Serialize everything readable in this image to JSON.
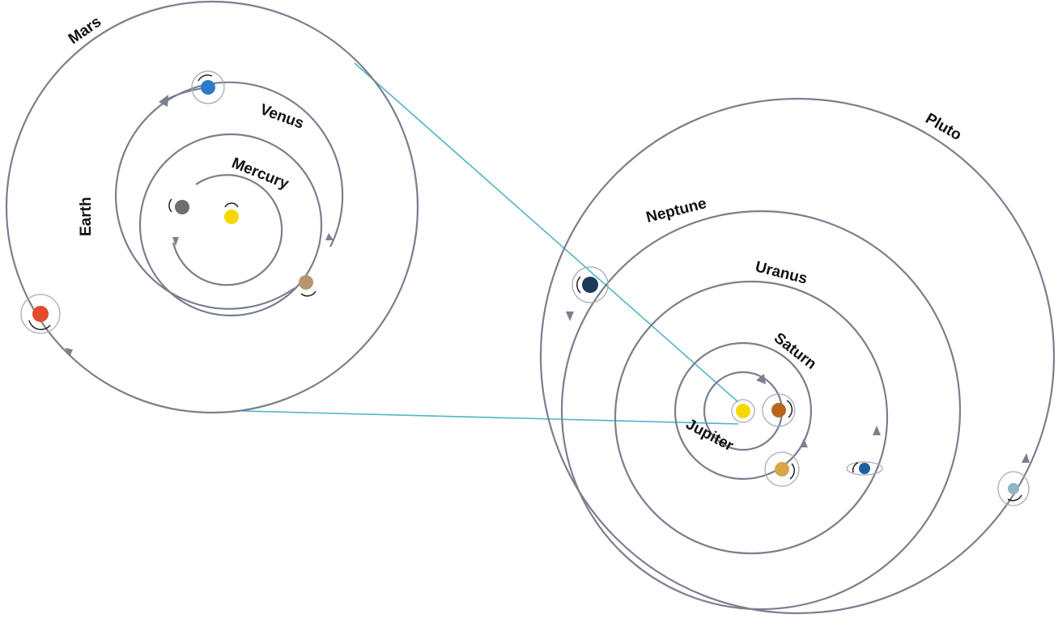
{
  "labels": {
    "mars": "Mars",
    "venus": "Venus",
    "mercury": "Mercury",
    "earth": "Earth",
    "pluto": "Pluto",
    "neptune": "Neptune",
    "uranus": "Uranus",
    "saturn": "Saturn",
    "jupiter": "Jupiter"
  },
  "colors": {
    "orbit": "#7b7f8e",
    "connector": "#4db6c8",
    "sun": "#f5d800",
    "mercury": "#6e6e70",
    "venus": "#b89470",
    "earth": "#2c7bc4",
    "mars": "#e24a2a",
    "jupiter": "#d8a54a",
    "saturn": "#b5651d",
    "uranus": "#1d5fa0",
    "neptune": "#1d3a5a",
    "pluto": "#8fb4c4"
  },
  "icons": {
    "sun": "sun-icon",
    "spin": "rotation-arrow-icon"
  }
}
